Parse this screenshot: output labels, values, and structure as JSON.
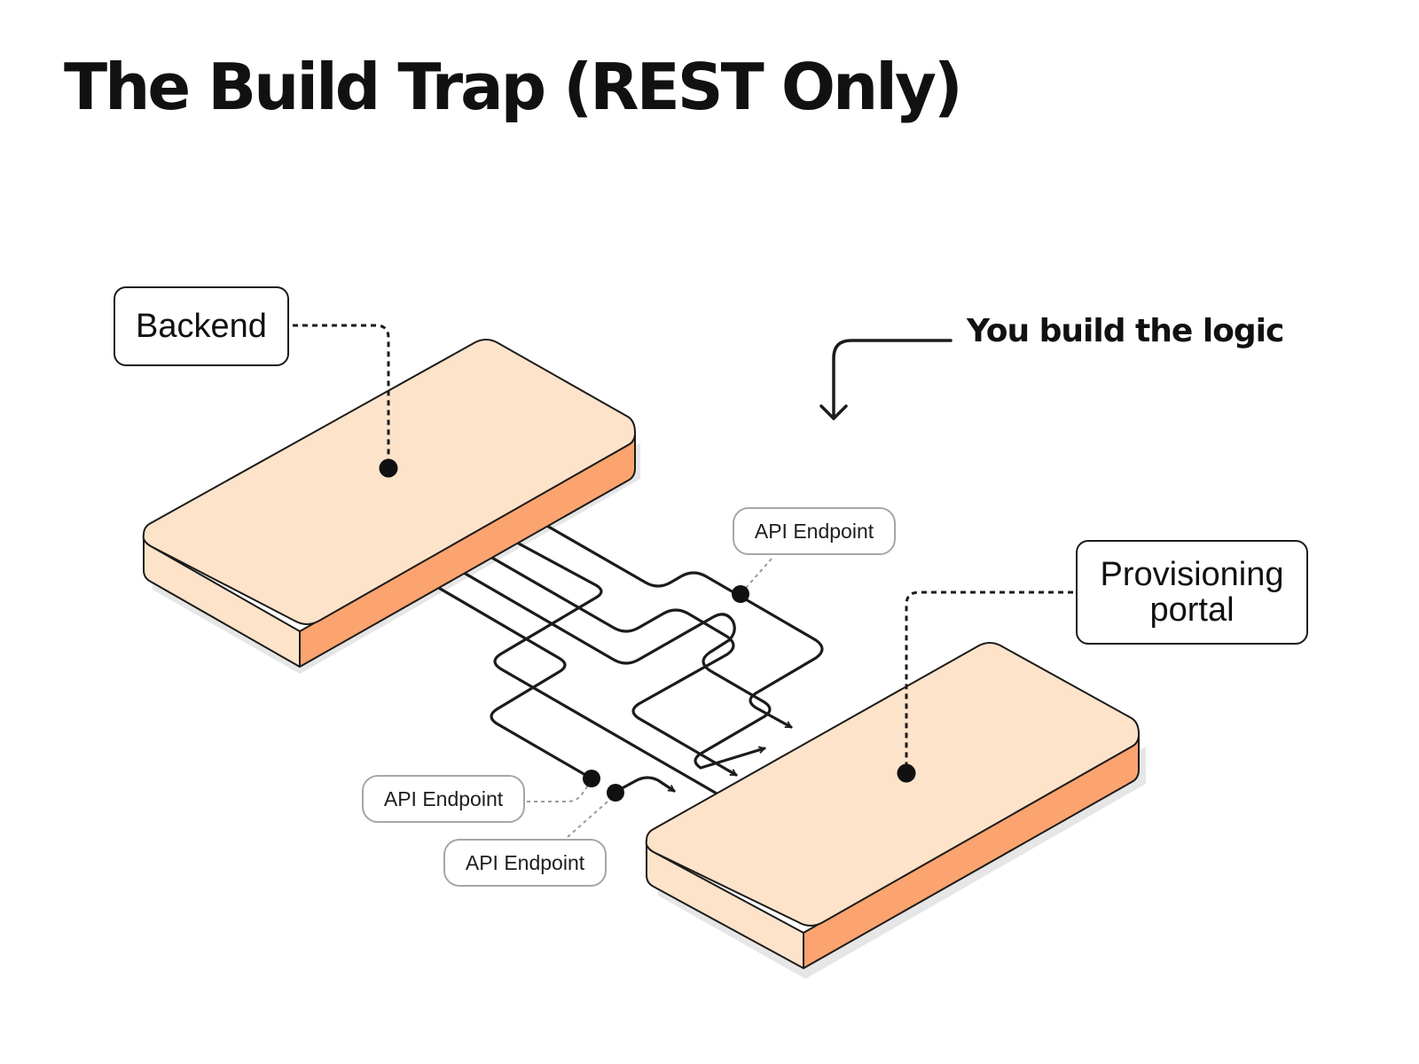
{
  "title": "The Build Trap (REST Only)",
  "labels": {
    "backend": "Backend",
    "portal": "Provisioning portal",
    "callout": "You build the logic",
    "api_top": "API Endpoint",
    "api_left": "API Endpoint",
    "api_bottom": "API Endpoint"
  },
  "colors": {
    "platform_top": "#fde3c9",
    "platform_side": "#fba46f",
    "platform_front": "#fde3c9",
    "outline": "#1b1b1b",
    "shadow": "#e6e6e6",
    "wire": "#1b1b1b",
    "leader_dotted": "#1b1b1b",
    "leader_grey": "#9a9a9a"
  }
}
